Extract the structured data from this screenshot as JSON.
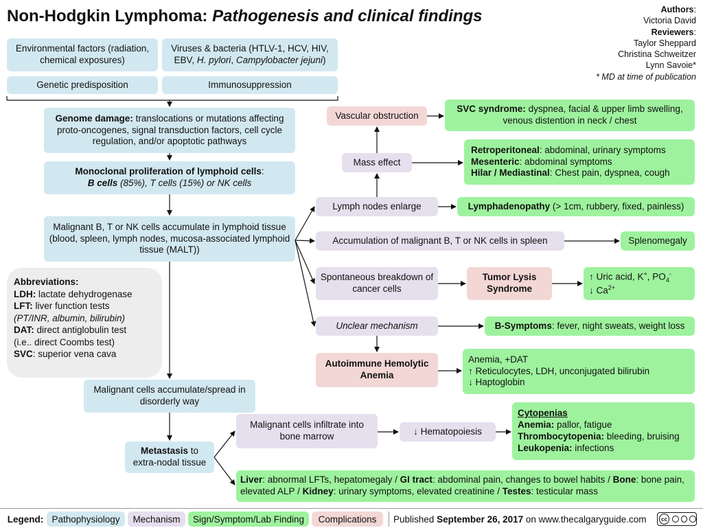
{
  "title": {
    "main": "Non-Hodgkin Lymphoma:",
    "sub": "Pathogenesis and clinical findings"
  },
  "authors": {
    "authors_label": "Authors",
    "author": "Victoria David",
    "reviewers_label": "Reviewers",
    "reviewers": [
      "Taylor Sheppard",
      "Christina Schweitzer",
      "Lynn Savoie*"
    ],
    "note": "* MD at time of publication"
  },
  "causes": {
    "environmental": "Environmental factors (radiation, chemical exposures)",
    "viruses_a": "Viruses & bacteria (HTLV-1, HCV, HIV, EBV,",
    "viruses_hp": "H. pylori",
    "viruses_sep": ",",
    "viruses_cj": "Campylobacter jejuni",
    "viruses_end": ")",
    "genetic": "Genetic predisposition",
    "immuno": "Immunosuppression"
  },
  "genome": {
    "bold": "Genome damage:",
    "text": "translocations or mutations affecting proto-oncogenes, signal transduction factors, cell cycle regulation, and/or apoptotic pathways"
  },
  "mono": {
    "bold": "Monoclonal proliferation of lymphoid cells",
    "colon": ":",
    "bcells": "B cells",
    "rest": "(85%), T cells (15%) or NK cells"
  },
  "malig": "Malignant B, T or NK cells accumulate in lymphoid tissue (blood, spleen, lymph nodes, mucosa-associated lymphoid tissue (MALT))",
  "abbrev": {
    "heading": "Abbreviations:",
    "ldh_k": "LDH:",
    "ldh_v": "lactate dehydrogenase",
    "lft_k": "LFT:",
    "lft_v": "liver function tests",
    "lft_sub": "(PT/INR, albumin, bilirubin)",
    "dat_k": "DAT:",
    "dat_v": "direct antiglobulin test",
    "dat_sub": "(i.e.. direct Coombs test)",
    "svc_k": "SVC",
    "svc_v": ": superior vena cava"
  },
  "spread": "Malignant cells accumulate/spread in disorderly way",
  "metastasis": {
    "bold": "Metastasis",
    "rest": "to extra-nodal tissue"
  },
  "vascular": "Vascular obstruction",
  "mass": "Mass effect",
  "nodes": "Lymph nodes enlarge",
  "spleen_acc": "Accumulation of malignant B, T or NK cells in spleen",
  "breakdown": "Spontaneous breakdown of cancer cells",
  "unclear": "Unclear mechanism",
  "aiha": "Autoimmune Hemolytic Anemia",
  "tls": "Tumor Lysis Syndrome",
  "marrow": "Malignant cells infiltrate into bone marrow",
  "hemato": "↓ Hematopoiesis",
  "svc_syn": {
    "bold": "SVC syndrome:",
    "text": "dyspnea, facial & upper limb swelling, venous distention in neck / chest"
  },
  "mass_sx": {
    "retro_k": "Retroperitoneal",
    "retro_v": ": abdominal, urinary symptoms",
    "mes_k": "Mesenteric",
    "mes_v": ": abdominal symptoms",
    "hilar_k": "Hilar / Mediastinal",
    "hilar_v": ": Chest pain, dyspnea, cough"
  },
  "lymphadenopathy": {
    "bold": "Lymphadenopathy",
    "rest": "(> 1cm, rubbery, fixed, painless)"
  },
  "splenomegaly": "Splenomegaly",
  "lytes": {
    "l1": "↑ Uric acid, K",
    "plus": "+",
    "l1b": ", PO",
    "sub4": "4",
    "supminus": "-",
    "l2": "↓ Ca",
    "sup2": "2+"
  },
  "bsx": {
    "bold": "B-Symptoms",
    "rest": ": fever, night sweats, weight loss"
  },
  "anemia_sx": [
    "Anemia, +DAT",
    "↑ Reticulocytes, LDH, unconjugated bilirubin",
    "↓ Haptoglobin"
  ],
  "cyto": {
    "heading": "Cytopenias",
    "an_k": "Anemia:",
    "an_v": "pallor, fatigue",
    "th_k": "Thrombocytopenia:",
    "th_v": "bleeding, bruising",
    "le_k": "Leukopenia:",
    "le_v": "infections"
  },
  "organs": {
    "liver_k": "Liver",
    "liver_v": ": abnormal LFTs, hepatomegaly /",
    "gi_k": "GI tract",
    "gi_v": ": abdominal pain, changes to bowel habits /",
    "bone_k": "Bone",
    "bone_v": ": bone pain, elevated ALP /",
    "kid_k": "Kidney",
    "kid_v": ": urinary symptoms, elevated creatinine /",
    "tes_k": "Testes",
    "tes_v": ": testicular mass"
  },
  "legend": {
    "label": "Legend:",
    "patho": "Pathophysiology",
    "mech": "Mechanism",
    "sign": "Sign/Symptom/Lab Finding",
    "comp": "Complications",
    "pub_a": "Published",
    "pub_date": "September 26, 2017",
    "pub_b": "on www.thecalgaryguide.com",
    "cc": "cc"
  },
  "colors": {
    "patho": "#d2e8f0",
    "mech": "#e6dfee",
    "sign": "#9ef29e",
    "comp": "#f2d7d5"
  }
}
